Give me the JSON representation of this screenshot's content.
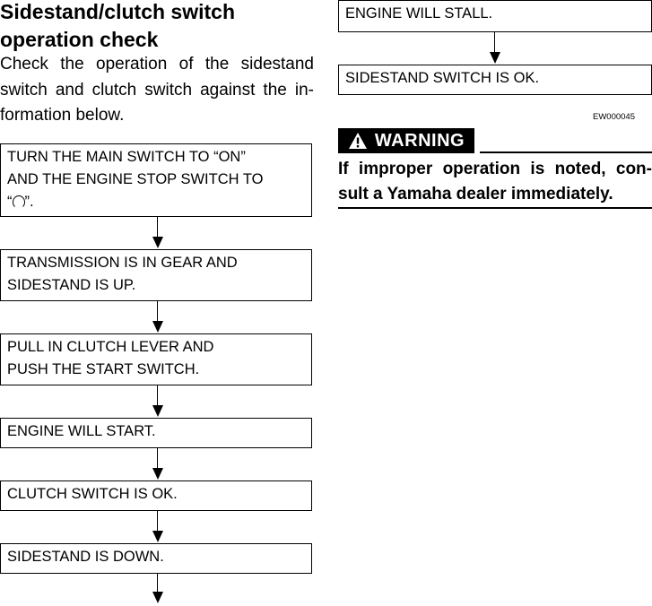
{
  "heading": "Sidestand/clutch switch operation check",
  "intro": "Check the operation of the sidestand switch and clutch switch against the in-formation below.",
  "flow": {
    "step1": {
      "line1": "TURN THE MAIN SWITCH TO “ON”",
      "line2": "AND THE ENGINE STOP SWITCH TO",
      "line3_open": "“",
      "line3_close": "”.",
      "symbol": "engine-run-symbol-icon"
    },
    "step2": {
      "line1": "TRANSMISSION IS IN GEAR AND",
      "line2": "SIDESTAND IS UP."
    },
    "step3": {
      "line1": "PULL IN CLUTCH LEVER AND",
      "line2": "PUSH THE START SWITCH."
    },
    "step4": "ENGINE WILL START.",
    "step5": "CLUTCH SWITCH IS OK.",
    "step6": "SIDESTAND IS DOWN.",
    "step7": "ENGINE WILL STALL.",
    "step8": "SIDESTAND SWITCH IS OK."
  },
  "warning": {
    "code": "EW000045",
    "label": "WARNING",
    "icon": "warning-triangle-icon",
    "text": "If improper operation is noted, con-sult a Yamaha dealer immediately."
  }
}
